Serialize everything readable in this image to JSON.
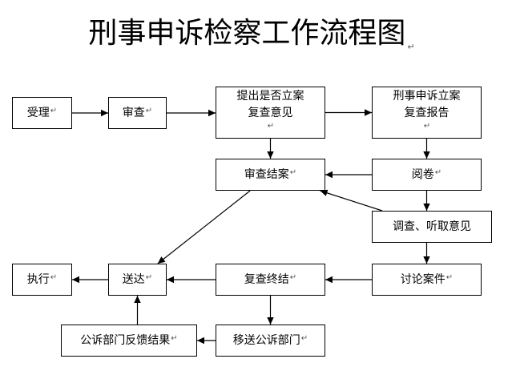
{
  "diagram": {
    "title": "刑事申诉检察工作流程图",
    "mark": "↵",
    "nodes": {
      "accept": {
        "label": "受理"
      },
      "review": {
        "label": "审查"
      },
      "propose": {
        "line1": "提出是否立案",
        "line2": "复查意见"
      },
      "report": {
        "line1": "刑事申诉立案",
        "line2": "复查报告"
      },
      "close": {
        "label": "审查结案"
      },
      "read": {
        "label": "阅卷"
      },
      "investigate": {
        "label": "调查、听取意见"
      },
      "discuss": {
        "label": "讨论案件"
      },
      "review_end": {
        "label": "复查终结"
      },
      "deliver": {
        "label": "送达"
      },
      "execute": {
        "label": "执行"
      },
      "transfer": {
        "label": "移送公诉部门"
      },
      "feedback": {
        "label": "公诉部门反馈结果"
      }
    },
    "edges": [
      {
        "from": "accept",
        "to": "review"
      },
      {
        "from": "review",
        "to": "propose"
      },
      {
        "from": "propose",
        "to": "report"
      },
      {
        "from": "propose",
        "to": "close"
      },
      {
        "from": "report",
        "to": "read"
      },
      {
        "from": "read",
        "to": "close"
      },
      {
        "from": "read",
        "to": "investigate"
      },
      {
        "from": "investigate",
        "to": "close"
      },
      {
        "from": "investigate",
        "to": "discuss"
      },
      {
        "from": "discuss",
        "to": "review_end"
      },
      {
        "from": "review_end",
        "to": "deliver"
      },
      {
        "from": "review_end",
        "to": "transfer"
      },
      {
        "from": "close",
        "to": "deliver"
      },
      {
        "from": "deliver",
        "to": "execute"
      },
      {
        "from": "transfer",
        "to": "feedback"
      },
      {
        "from": "feedback",
        "to": "deliver"
      }
    ]
  }
}
